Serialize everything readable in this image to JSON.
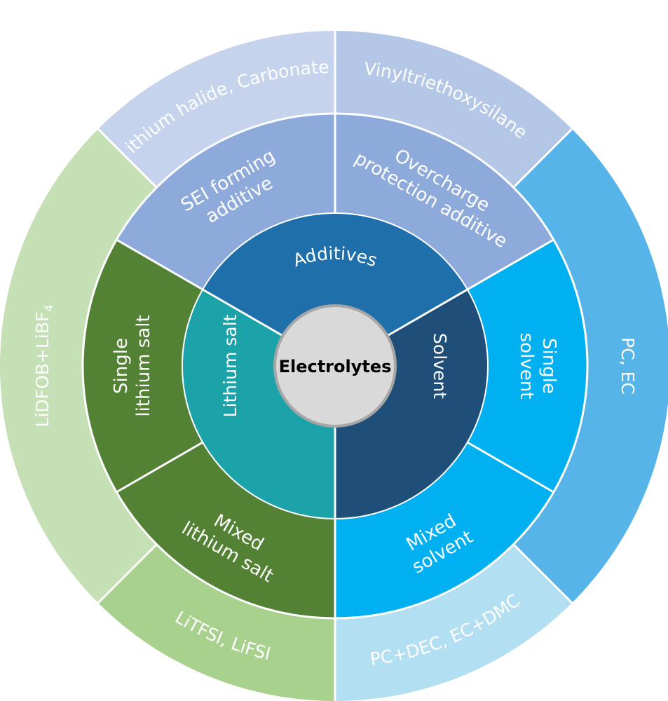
{
  "center": {
    "label": "Electrolytes",
    "fill": "#d9d9d9",
    "stroke": "#a6a6a6",
    "text_color": "#000000"
  },
  "categories": [
    {
      "key": "additives",
      "label": "Additives",
      "fill": "#1f6fab",
      "subtypes": [
        {
          "key": "sei",
          "lines": [
            "SEI forming",
            "additive"
          ],
          "fill": "#8eaadb",
          "examples": "Lithium halide, Carbonates",
          "example_fill": "#c5d3ec"
        },
        {
          "key": "overcharge",
          "lines": [
            "Overcharge",
            "protection additive"
          ],
          "fill": "#8eaadb",
          "examples": "Vinyltriethoxysilane",
          "example_fill": "#b4c7e7"
        }
      ]
    },
    {
      "key": "solvent",
      "label": "Solvent",
      "fill": "#1f4e79",
      "subtypes": [
        {
          "key": "single-solvent",
          "lines": [
            "Single",
            "solvent"
          ],
          "fill": "#00b0f0",
          "examples": "PC, EC",
          "example_fill": "#56b4e9"
        },
        {
          "key": "mixed-solvent",
          "lines": [
            "Mixed",
            "solvent"
          ],
          "fill": "#00b0f0",
          "examples": "PC+DEC, EC+DMC",
          "example_fill": "#b3dff3"
        }
      ]
    },
    {
      "key": "lithium-salt",
      "label": "Lithium salt",
      "fill": "#1ba3a9",
      "subtypes": [
        {
          "key": "mixed-salt",
          "lines": [
            "Mixed",
            "lithium salt"
          ],
          "fill": "#548235",
          "examples": "LiTFSI, LiFSI",
          "example_fill": "#a9d18e"
        },
        {
          "key": "single-salt",
          "lines": [
            "Single",
            "lithium salt"
          ],
          "fill": "#548235",
          "examples": "LiDFOB+LiBF",
          "examples_sub": "4",
          "example_fill": "#c5e0b4"
        }
      ]
    }
  ],
  "text_color": "#ffffff"
}
